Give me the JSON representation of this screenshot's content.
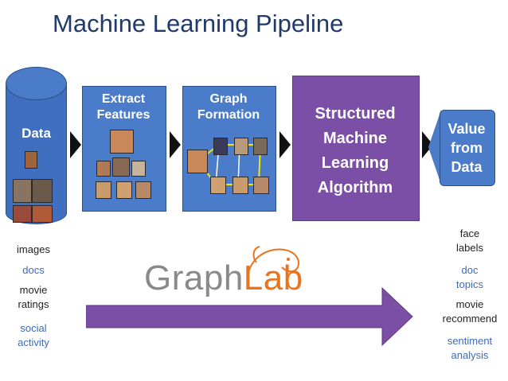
{
  "title": "Machine Learning Pipeline",
  "stages": {
    "data": "Data",
    "extract_line1": "Extract",
    "extract_line2": "Features",
    "graph_line1": "Graph",
    "graph_line2": "Formation",
    "algo_line1": "Structured",
    "algo_line2": "Machine",
    "algo_line3": "Learning",
    "algo_line4": "Algorithm",
    "value_line1": "Value",
    "value_line2": "from",
    "value_line3": "Data"
  },
  "inputs": {
    "images": "images",
    "docs": "docs",
    "movie_ratings_1": "movie",
    "movie_ratings_2": "ratings",
    "social_1": "social",
    "social_2": "activity"
  },
  "outputs": {
    "face_1": "face",
    "face_2": "labels",
    "doc_1": "doc",
    "doc_2": "topics",
    "movie_1": "movie",
    "movie_2": "recommend",
    "sent_1": "sentiment",
    "sent_2": "analysis"
  },
  "logo": {
    "graph": "Graph",
    "lab": "Lab"
  },
  "colors": {
    "blue_box": "#4a7cc9",
    "purple_box": "#7b4fa6",
    "arrow": "#7b4fa6",
    "title": "#1f3a6b",
    "blue_text": "#3d6bb8",
    "logo_orange": "#e8741e",
    "logo_gray": "#8a8a8a"
  }
}
